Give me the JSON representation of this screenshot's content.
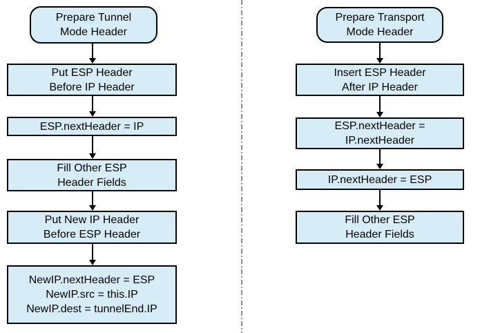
{
  "diagram": {
    "type": "flowchart",
    "colors": {
      "node_fill": "#d6edf8",
      "node_border": "#000000",
      "arrow": "#000000",
      "divider": "#666666",
      "background": "#ffffff"
    },
    "divider_style": "vertical dash-dot line",
    "left_flow": {
      "title": "Prepare Tunnel\nMode Header",
      "steps": [
        "Put ESP Header\nBefore IP Header",
        "ESP.nextHeader = IP",
        "Fill Other ESP\nHeader Fields",
        "Put New IP Header\nBefore ESP Header",
        "NewIP.nextHeader = ESP\nNewIP.src = this.IP\nNewIP.dest = tunnelEnd.IP"
      ]
    },
    "right_flow": {
      "title": "Prepare Transport\nMode Header",
      "steps": [
        "Insert ESP Header\nAfter IP Header",
        "ESP.nextHeader =\nIP.nextHeader",
        "IP.nextHeader = ESP",
        "Fill Other ESP\nHeader Fields"
      ]
    }
  }
}
